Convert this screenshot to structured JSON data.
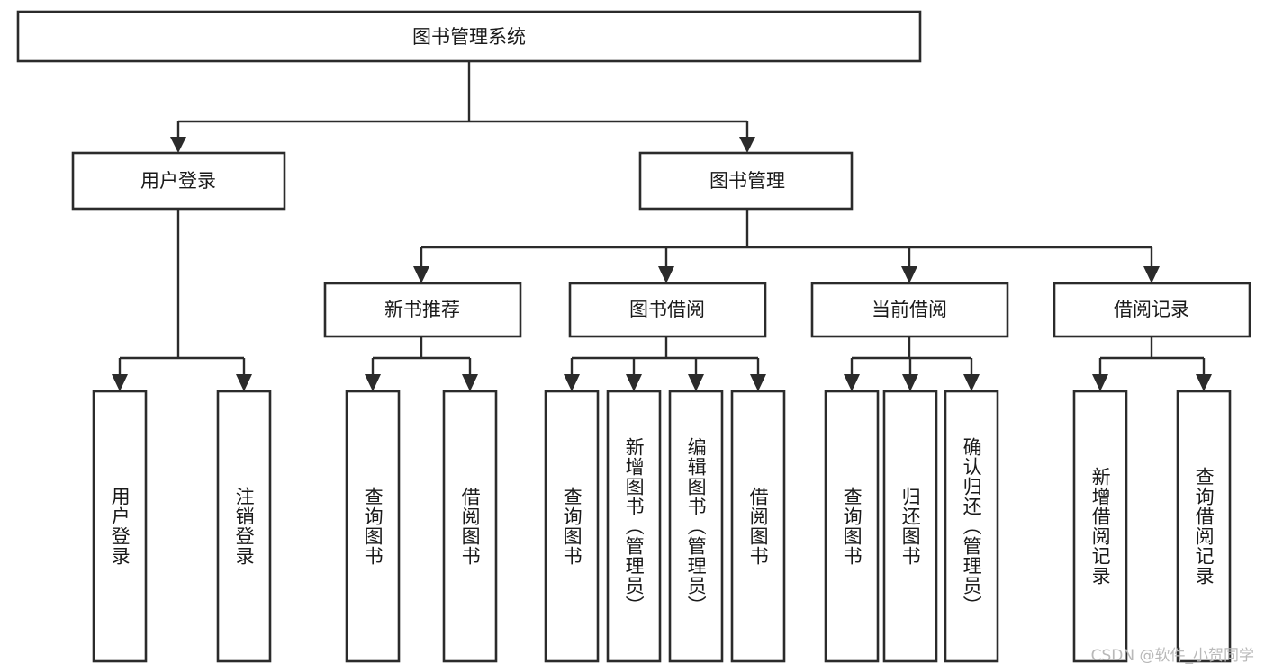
{
  "diagram": {
    "type": "tree-hierarchy",
    "orientation": "top-down",
    "root": {
      "label": "图书管理系统"
    },
    "level2": [
      {
        "label": "用户登录"
      },
      {
        "label": "图书管理"
      }
    ],
    "level3": [
      {
        "label": "新书推荐"
      },
      {
        "label": "图书借阅"
      },
      {
        "label": "当前借阅"
      },
      {
        "label": "借阅记录"
      }
    ],
    "leaves": {
      "user_login": [
        {
          "label": "用户登录"
        },
        {
          "label": "注销登录"
        }
      ],
      "new_book_recommend": [
        {
          "label": "查询图书"
        },
        {
          "label": "借阅图书"
        }
      ],
      "book_borrow": [
        {
          "label": "查询图书"
        },
        {
          "label": "新增图书（管理员）"
        },
        {
          "label": "编辑图书（管理员）"
        },
        {
          "label": "借阅图书"
        }
      ],
      "current_borrow": [
        {
          "label": "查询图书"
        },
        {
          "label": "归还图书"
        },
        {
          "label": "确认归还（管理员）"
        }
      ],
      "borrow_record": [
        {
          "label": "新增借阅记录"
        },
        {
          "label": "查询借阅记录"
        }
      ]
    }
  },
  "watermark": {
    "text": "CSDN @软件_小贺同学"
  },
  "colors": {
    "background": "#ffffff",
    "box_stroke": "#2b2b2b",
    "box_fill": "#ffffff",
    "text": "#1a1a1a",
    "watermark_text": "#b9b9b9"
  }
}
